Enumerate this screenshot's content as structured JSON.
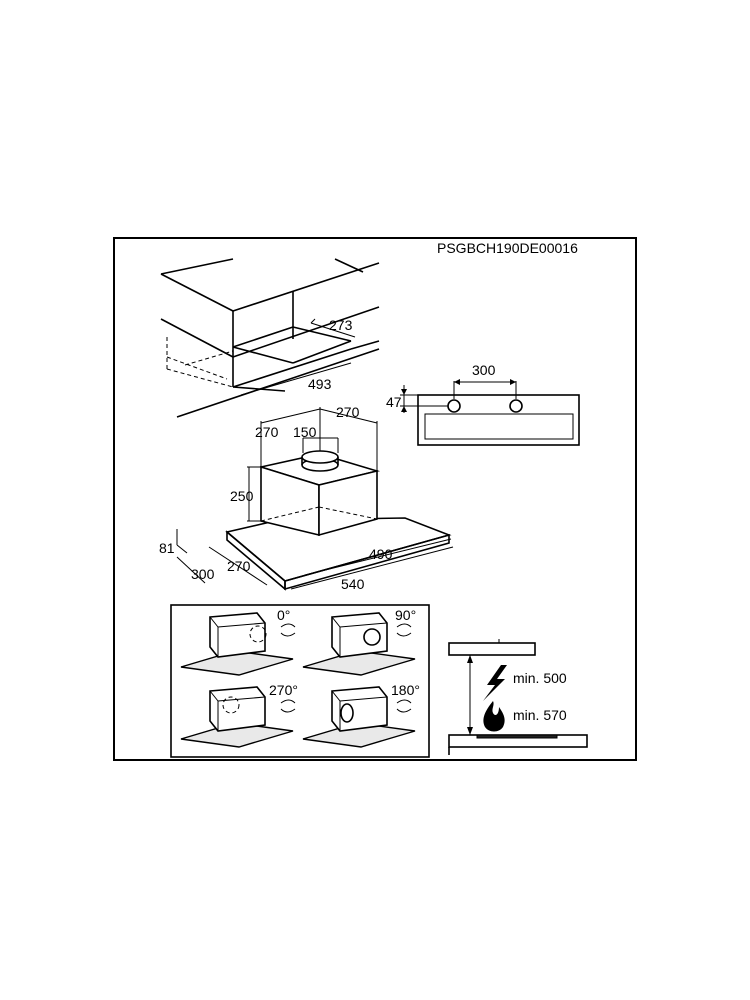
{
  "document_code": "PSGBCH190DE00016",
  "cabinet": {
    "depth": "273",
    "width": "493"
  },
  "rear_view": {
    "hole_spacing": "300",
    "height": "47"
  },
  "hood": {
    "left_offset": "270",
    "right_offset": "270",
    "outlet_diameter": "150",
    "box_height": "250",
    "panel_height": "81",
    "depth_outer": "300",
    "depth_inner": "270",
    "width_inner": "490",
    "width_outer": "540"
  },
  "rotations": [
    {
      "label": "0°"
    },
    {
      "label": "90°"
    },
    {
      "label": "270°"
    },
    {
      "label": "180°"
    }
  ],
  "clearances": {
    "electric": "min. 500",
    "gas": "min. 570"
  },
  "icons": [
    "rotate-arrows-icon",
    "lightning-icon",
    "flame-icon"
  ]
}
